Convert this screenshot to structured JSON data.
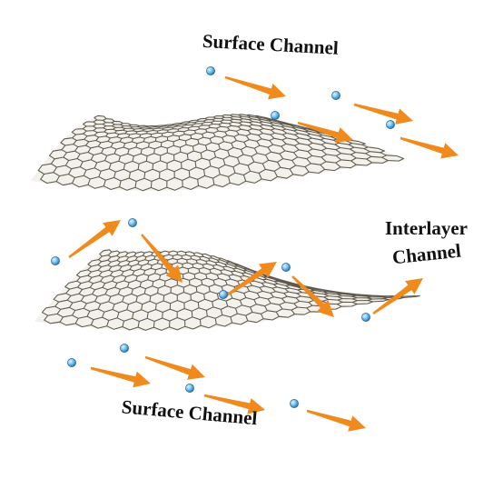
{
  "labels": {
    "surface_top": "Surface Channel",
    "interlayer_line1": "Interlayer",
    "interlayer_line2": "Channel",
    "surface_bottom": "Surface Channel"
  },
  "colors": {
    "arrow": "#f08a1c",
    "ion_light": "#9fdcff",
    "ion_dark": "#1f6fb0",
    "lattice": "#4a4336",
    "background": "#ffffff"
  }
}
